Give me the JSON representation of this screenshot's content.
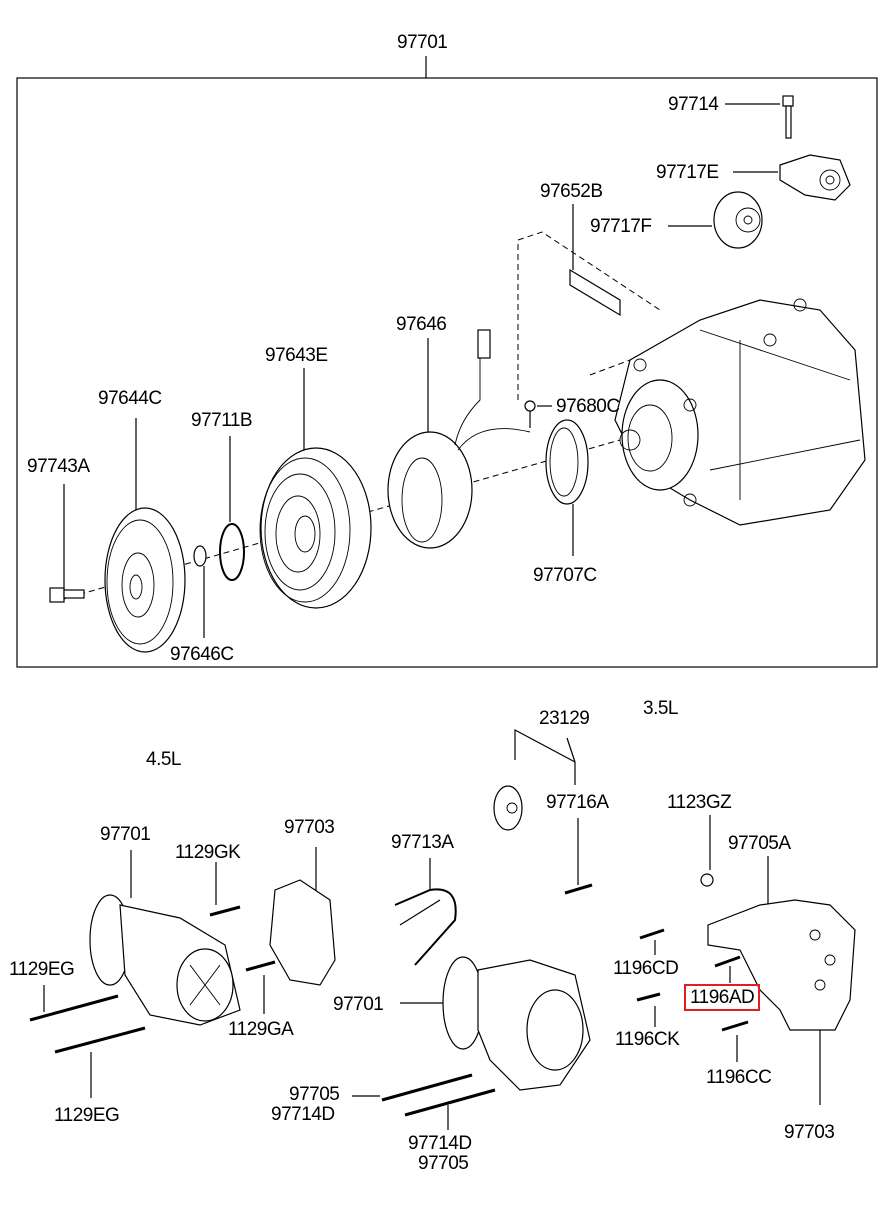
{
  "diagram": {
    "title_part": "97701",
    "top_assembly": {
      "labels": {
        "p97714": "97714",
        "p97717E": "97717E",
        "p97652B": "97652B",
        "p97717F": "97717F",
        "p97646": "97646",
        "p97643E": "97643E",
        "p97644C": "97644C",
        "p97711B": "97711B",
        "p97680C": "97680C",
        "p97743A": "97743A",
        "p97707C": "97707C",
        "p97646C": "97646C"
      }
    },
    "bottom": {
      "engine_35": "3.5L",
      "engine_45": "4.5L",
      "labels": {
        "p23129": "23129",
        "p97716A": "97716A",
        "p1123GZ": "1123GZ",
        "p97701_left": "97701",
        "p1129GK": "1129GK",
        "p97703_left": "97703",
        "p97713A": "97713A",
        "p97705A": "97705A",
        "p1196CD": "1196CD",
        "p1129EG_a": "1129EG",
        "p97701_mid": "97701",
        "p1196AD": "1196AD",
        "p1129GA": "1129GA",
        "p1196CK": "1196CK",
        "p1129EG_b": "1129EG",
        "p1196CC": "1196CC",
        "p97705_a": "97705",
        "p97714D_a": "97714D",
        "p97703_right": "97703",
        "p97714D_b": "97714D",
        "p97705_b": "97705"
      },
      "highlighted_part": "1196AD",
      "highlight_color": "#e02020"
    }
  }
}
